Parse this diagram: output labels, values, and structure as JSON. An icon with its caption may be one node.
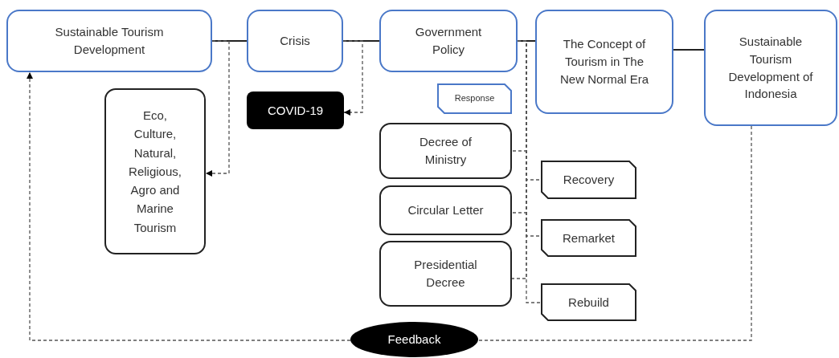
{
  "diagram": {
    "nodes": [
      {
        "text": [
          "Sustainable Tourism Development"
        ]
      },
      {
        "text": [
          "Crisis"
        ]
      },
      {
        "text": [
          "Government Policy"
        ]
      },
      {
        "text": [
          "The Concept of Tourism in The New Normal Era"
        ]
      },
      {
        "text": [
          "Sustainable Tourism Development of Indonesia"
        ]
      },
      {
        "text": [
          "Eco, Culture, Natural, Religious, Agro and Marine Tourism"
        ]
      },
      {
        "text": [
          "COVID-19"
        ]
      },
      {
        "text": [
          "Response"
        ]
      },
      {
        "text": [
          "Decree of Ministry"
        ]
      },
      {
        "text": [
          "Circular Letter"
        ]
      },
      {
        "text": [
          "Presidential Decree"
        ]
      },
      {
        "text": [
          "Recovery"
        ]
      },
      {
        "text": [
          "Remarket"
        ]
      },
      {
        "text": [
          "Rebuild"
        ]
      },
      {
        "text": [
          "Feedback"
        ]
      }
    ],
    "edges": [
      {
        "from": 0,
        "to": 1,
        "arrow": "none"
      },
      {
        "from": 1,
        "to": 2,
        "arrow": "none"
      },
      {
        "from": 2,
        "to": 3,
        "arrow": "none"
      },
      {
        "from": 3,
        "to": 4,
        "arrow": "none"
      },
      {
        "from": 0,
        "to": 5,
        "arrow": "to",
        "style": "dashed"
      },
      {
        "from": 1,
        "to": 6,
        "arrow": "to",
        "style": "dashed"
      },
      {
        "from": 2,
        "to": 8,
        "arrow": "none",
        "style": "dashed"
      },
      {
        "from": 2,
        "to": 9,
        "arrow": "none",
        "style": "dashed"
      },
      {
        "from": 2,
        "to": 10,
        "arrow": "none",
        "style": "dashed"
      },
      {
        "from": 2,
        "to": 11,
        "arrow": "none",
        "style": "dashed"
      },
      {
        "from": 2,
        "to": 12,
        "arrow": "none",
        "style": "dashed"
      },
      {
        "from": 2,
        "to": 13,
        "arrow": "none",
        "style": "dashed"
      },
      {
        "from": 4,
        "to": 14,
        "arrow": "none",
        "style": "dashed"
      },
      {
        "from": 14,
        "to": 0,
        "arrow": "to",
        "style": "dashed"
      }
    ]
  }
}
